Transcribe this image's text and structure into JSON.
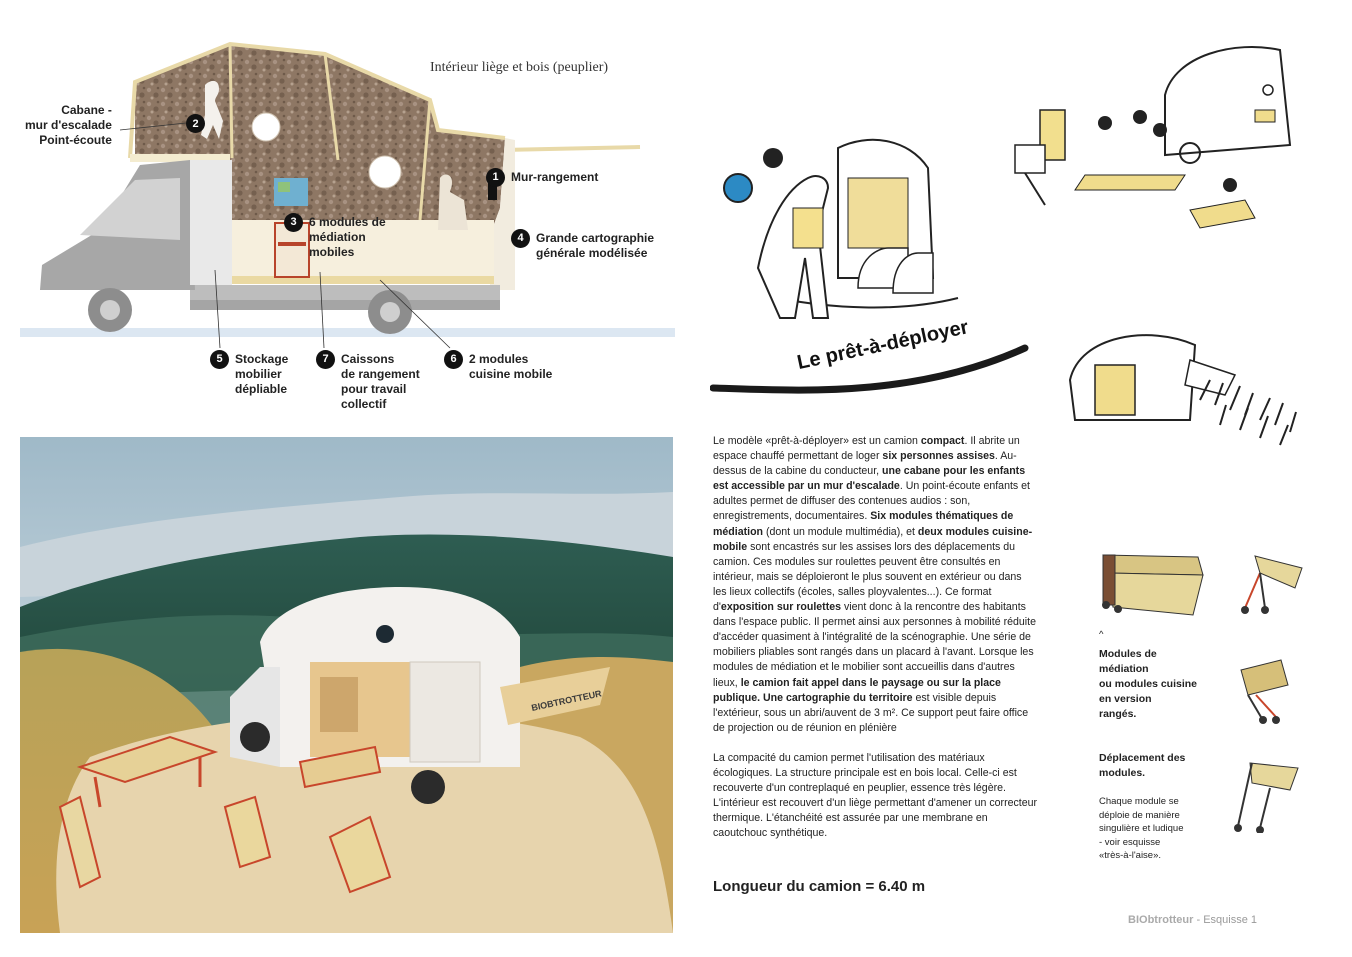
{
  "cutaway": {
    "title": "Intérieur liège et bois (peuplier)",
    "callouts": [
      {
        "num": "1",
        "lines": [
          "Mur-rangement"
        ]
      },
      {
        "num": "2",
        "lines": [
          "Cabane -",
          "mur d'escalade",
          "Point-écoute"
        ]
      },
      {
        "num": "3",
        "lines": [
          "6 modules de",
          "médiation",
          "mobiles"
        ]
      },
      {
        "num": "4",
        "lines": [
          "Grande cartographie",
          "générale modélisée"
        ]
      },
      {
        "num": "5",
        "lines": [
          "Stockage",
          "mobilier",
          "dépliable"
        ]
      },
      {
        "num": "6",
        "lines": [
          "2 modules",
          "cuisine mobile"
        ]
      },
      {
        "num": "7",
        "lines": [
          "Caissons",
          "de rangement",
          "pour travail",
          "collectif"
        ]
      }
    ]
  },
  "render": {
    "truck_label": "BIOBTROTTEUR"
  },
  "section": {
    "heading": "Le prêt-à-déployer"
  },
  "body": {
    "p1": [
      {
        "t": "Le modèle «prêt-à-déployer» est un camion ",
        "b": false
      },
      {
        "t": "compact",
        "b": true
      },
      {
        "t": ". Il abrite un espace chauffé permettant de loger ",
        "b": false
      },
      {
        "t": "six personnes assises",
        "b": true
      },
      {
        "t": ". Au-dessus de la cabine du conducteur, ",
        "b": false
      },
      {
        "t": "une cabane pour les enfants est accessible par un mur d'escalade",
        "b": true
      },
      {
        "t": ". Un point-écoute enfants et adultes permet de diffuser des contenues audios : son, enregistrements, documentaires. ",
        "b": false
      },
      {
        "t": "Six modules thématiques de médiation",
        "b": true
      },
      {
        "t": " (dont un module multimédia), et ",
        "b": false
      },
      {
        "t": "deux modules cuisine-mobile",
        "b": true
      },
      {
        "t": " sont encastrés sur les assises lors des déplacements du camion. Ces modules sur roulettes peuvent être consultés en intérieur, mais se déploieront le plus souvent en extérieur ou dans les lieux collectifs (écoles, salles ployvalentes...). Ce format d'",
        "b": false
      },
      {
        "t": "exposition sur roulettes",
        "b": true
      },
      {
        "t": " vient donc à la rencontre des habitants dans l'espace public. Il permet ainsi aux personnes à mobilité réduite d'accéder quasiment à l'intégralité de la scénographie. Une série de mobiliers pliables sont rangés dans un placard à l'avant. Lorsque les modules de médiation et le mobilier sont accueillis dans d'autres lieux, ",
        "b": false
      },
      {
        "t": "le camion fait appel dans le paysage ou sur la place publique. Une cartographie du territoire",
        "b": true
      },
      {
        "t": " est visible depuis l'extérieur, sous un abri/auvent de 3 m². Ce support peut faire office de projection ou de réunion en plénière",
        "b": false
      }
    ],
    "p2": "La compacité du camion permet l'utilisation des matériaux écologiques. La structure principale est en bois local. Celle-ci est recouverte d'un contreplaqué en peuplier, essence très légère. L'intérieur est recouvert d'un liège permettant d'amener un correcteur thermique. L'étanchéité est assurée par une membrane en caoutchouc synthétique.",
    "length": "Longueur du camion = 6.40 m"
  },
  "side": {
    "caret": "^",
    "modules_note": [
      "Modules de",
      "médiation",
      "ou modules cuisine",
      "en version",
      "rangés."
    ],
    "deplacement_title": [
      "Déplacement des",
      "modules."
    ],
    "deplacement_text": [
      "Chaque module se",
      "déploie de manière",
      "singulière et ludique",
      "- voir esquisse",
      "«très-à-l'aise»."
    ]
  },
  "footer": {
    "brand": "BIObtrotteur",
    "sep": " - ",
    "doc": "Esquisse 1"
  },
  "colors": {
    "cork": "#8a7360",
    "wood": "#e8d9a8",
    "truck_gray": "#9a9a9a",
    "callout_black": "#111111",
    "furniture_red": "#c8462b",
    "ground_blue": "#dce7f2"
  }
}
